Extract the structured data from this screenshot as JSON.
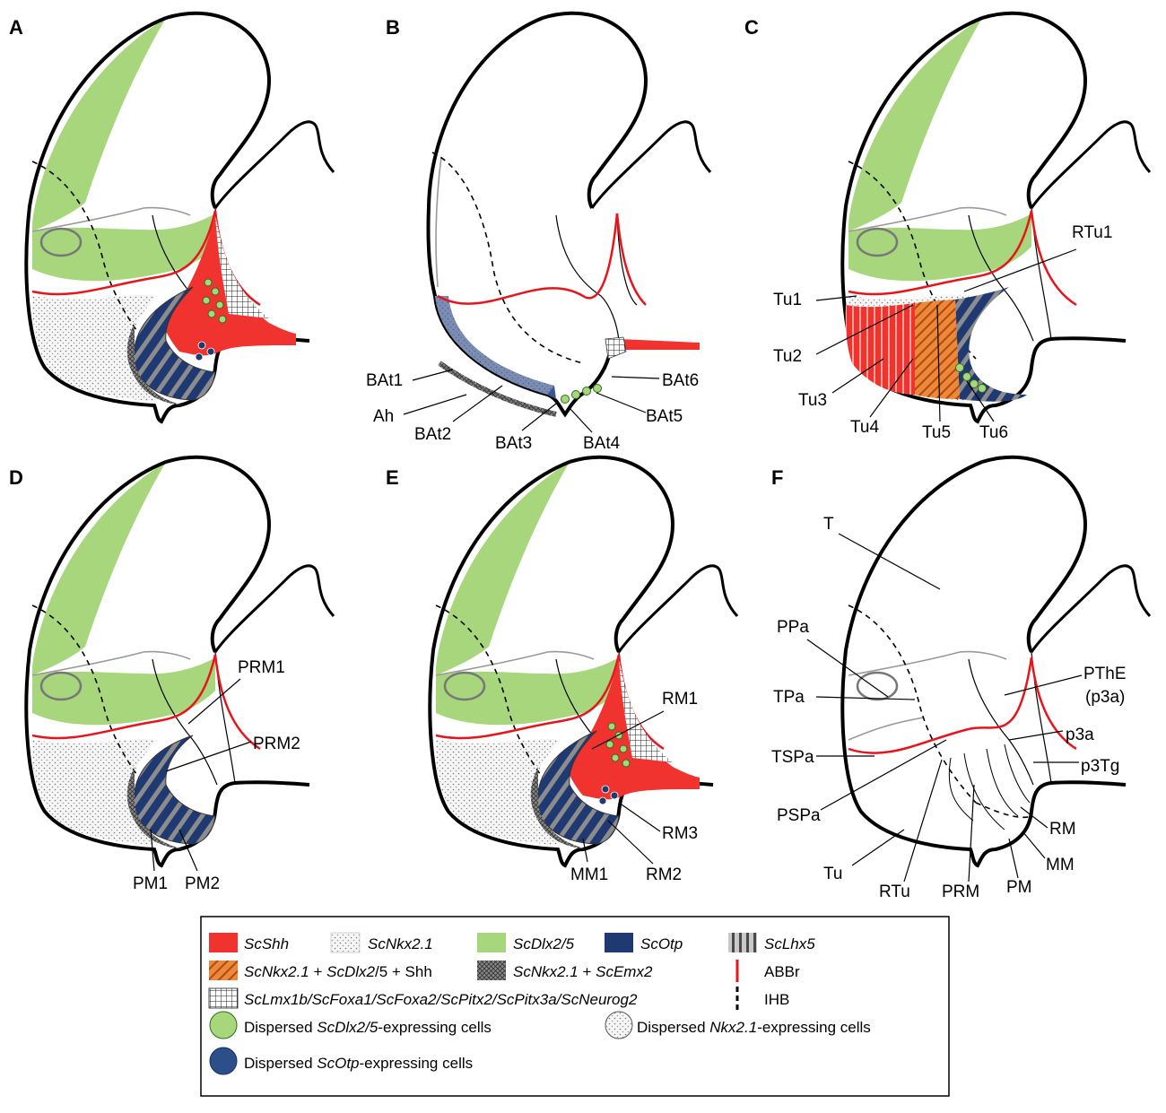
{
  "panels": [
    {
      "letter": "A",
      "labels": []
    },
    {
      "letter": "B",
      "labels": [
        "BAt1",
        "Ah",
        "BAt2",
        "BAt3",
        "BAt4",
        "BAt5",
        "BAt6"
      ]
    },
    {
      "letter": "C",
      "labels": [
        "RTu1",
        "Tu1",
        "Tu2",
        "Tu3",
        "Tu4",
        "Tu5",
        "Tu6"
      ]
    },
    {
      "letter": "D",
      "labels": [
        "PRM1",
        "PRM2",
        "PM1",
        "PM2"
      ]
    },
    {
      "letter": "E",
      "labels": [
        "RM1",
        "RM3",
        "RM2",
        "MM1"
      ]
    },
    {
      "letter": "F",
      "labels": [
        "T",
        "PPa",
        "TPa",
        "PThE",
        "(p3a)",
        "p3a",
        "TSPa",
        "p3Tg",
        "PSPa",
        "RM",
        "Tu",
        "RTu",
        "PRM",
        "PM",
        "MM"
      ]
    }
  ],
  "legend": {
    "items": [
      {
        "label": "ScShh",
        "swatch": "solid-red"
      },
      {
        "label": "ScNkx2.1",
        "swatch": "dotted"
      },
      {
        "label": "ScDlx2/5",
        "swatch": "solid-green"
      },
      {
        "label": "ScOtp",
        "swatch": "solid-navy"
      },
      {
        "label": "ScLhx5",
        "swatch": "vertical-stripes"
      },
      {
        "label_parts": [
          "ScNkx2.1",
          " + ",
          "ScDlx2",
          "/5 + Shh"
        ],
        "swatch": "orange-red-diagonal"
      },
      {
        "label_parts": [
          "ScNkx2.1",
          " + ",
          "ScEmx2"
        ],
        "swatch": "dark-crosshatch"
      },
      {
        "label": "ABBr",
        "swatch": "red-line"
      },
      {
        "label": "ScLmx1b/ScFoxa1/ScFoxa2/ScPitx2/ScPitx3a/ScNeurog2",
        "swatch": "checker-grid"
      },
      {
        "label": "IHB",
        "swatch": "dashed-line"
      },
      {
        "label_parts": [
          "Dispersed ",
          "ScDlx2/5",
          "-expressing cells"
        ],
        "swatch": "green-circle"
      },
      {
        "label_parts": [
          "Dispersed ",
          "Nkx2.1",
          "-expressing cells"
        ],
        "swatch": "dotted-circle"
      },
      {
        "label_parts": [
          "Dispersed ",
          "ScOtp",
          "-expressing cells"
        ],
        "swatch": "navy-circle"
      }
    ]
  },
  "colors": {
    "shh_red": "#f0332f",
    "dlx_green": "#a7d67c",
    "otp_navy": "#1f3a72",
    "abbr_red": "#e8141c",
    "orange": "#e98a3a"
  }
}
